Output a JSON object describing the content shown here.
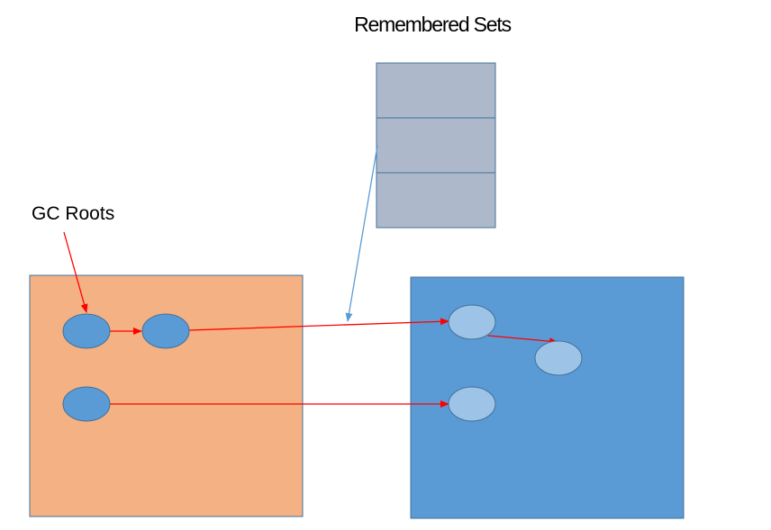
{
  "title": "Remembered Sets",
  "gc_roots_label": "GC Roots",
  "colors": {
    "old_region_fill": "#f4b183",
    "young_region_fill": "#5b9bd5",
    "node_fill": "#5b9bd5",
    "young_node_fill": "#9dc3e6",
    "remembered_set_fill": "#adb9ca",
    "reference_arrow": "#ff0000",
    "remembered_set_pointer": "#5b9bd5"
  },
  "remembered_set_slots": 3
}
